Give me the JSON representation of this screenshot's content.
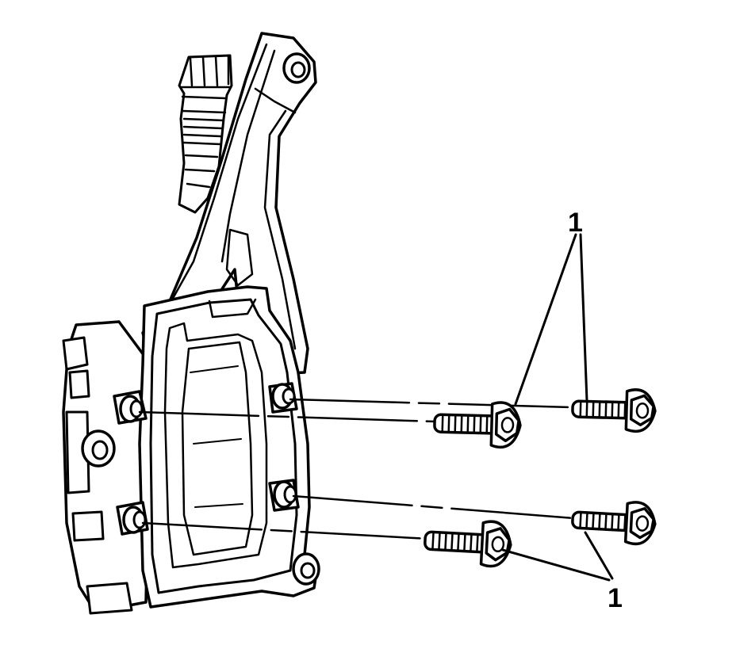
{
  "callouts": [
    {
      "id": "top",
      "label": "1"
    },
    {
      "id": "bottom",
      "label": "1"
    }
  ],
  "colors": {
    "line": "#000000",
    "background": "#ffffff"
  },
  "bolts": [
    {
      "name": "bolt-upper-left"
    },
    {
      "name": "bolt-upper-right"
    },
    {
      "name": "bolt-lower-right"
    },
    {
      "name": "bolt-lower-left"
    }
  ]
}
